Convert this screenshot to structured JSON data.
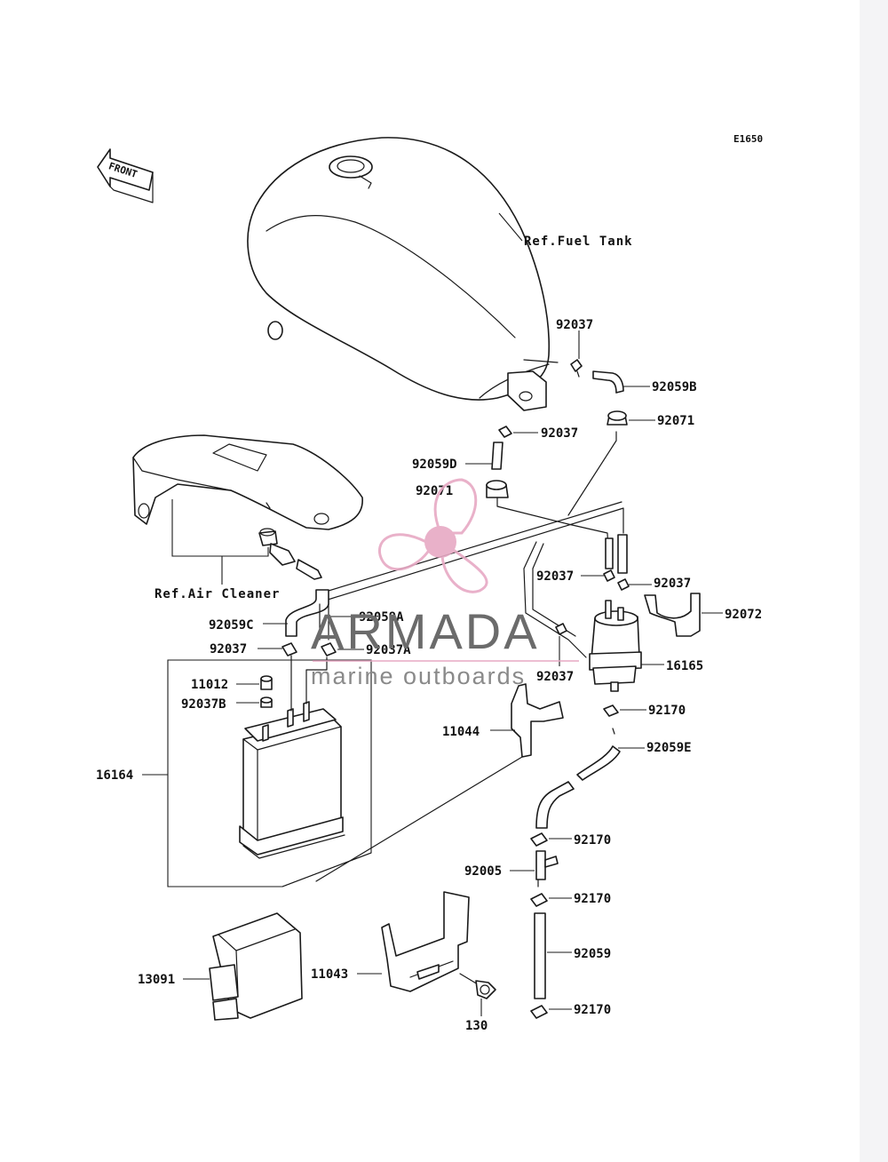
{
  "diagram_code": "E1650",
  "front_label": "FRONT",
  "refs": {
    "fuel_tank": "Ref.Fuel Tank",
    "air_cleaner": "Ref.Air Cleaner"
  },
  "labels": {
    "l_92037_top": "92037",
    "l_92059B": "92059B",
    "l_92037_tank": "92037",
    "l_92071_right": "92071",
    "l_92059D": "92059D",
    "l_92071_left": "92071",
    "l_92037_mid": "92037",
    "l_92037_mid_r": "92037",
    "l_92072": "92072",
    "l_92059C": "92059C",
    "l_92059A": "92059A",
    "l_92037_left": "92037",
    "l_92037A": "92037A",
    "l_16165": "16165",
    "l_92037_low": "92037",
    "l_11012": "11012",
    "l_92037B": "92037B",
    "l_92170_a": "92170",
    "l_11044": "11044",
    "l_92059E": "92059E",
    "l_16164": "16164",
    "l_92170_b": "92170",
    "l_92005": "92005",
    "l_92170_c": "92170",
    "l_92059": "92059",
    "l_13091": "13091",
    "l_11043": "11043",
    "l_92170_d": "92170",
    "l_130": "130"
  },
  "watermark": {
    "brand": "ARMADA",
    "tagline": "marine outboards",
    "colors": {
      "propeller": "#e7a9c4",
      "text": "#6b6b6b",
      "tagline": "#8a8a8a"
    }
  },
  "colors": {
    "line": "#1a1a1a",
    "background": "#ffffff"
  }
}
